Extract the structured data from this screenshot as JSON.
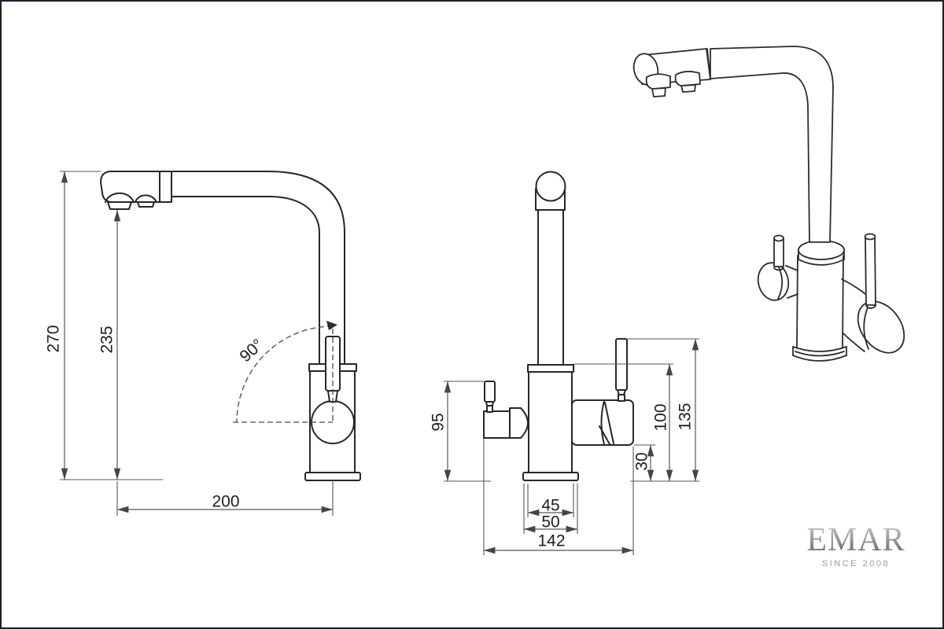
{
  "dims": {
    "d270": "270",
    "d235": "235",
    "a90": "90°",
    "d200": "200",
    "d95": "95",
    "d100": "100",
    "d135": "135",
    "d30": "30",
    "d45": "45",
    "d50": "50",
    "d142": "142"
  },
  "brand": {
    "name": "EMAR",
    "since": "SINCE 2008"
  }
}
